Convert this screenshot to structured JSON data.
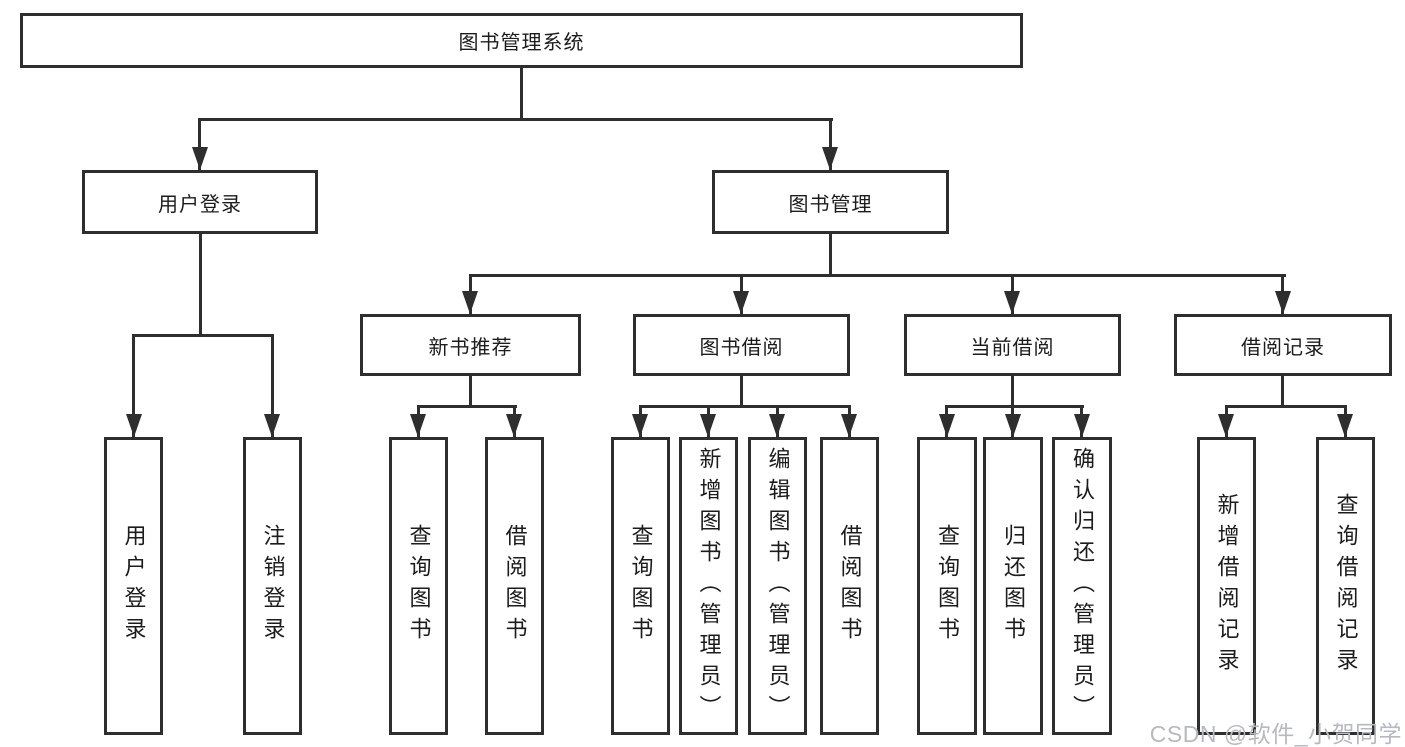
{
  "root": {
    "label": "图书管理系统"
  },
  "user_login": {
    "label": "用户登录",
    "children": [
      {
        "label": "用户登录"
      },
      {
        "label": "注销登录"
      }
    ]
  },
  "book_mgmt": {
    "label": "图书管理",
    "children": [
      {
        "label": "新书推荐",
        "children": [
          {
            "label": "查询图书"
          },
          {
            "label": "借阅图书"
          }
        ]
      },
      {
        "label": "图书借阅",
        "children": [
          {
            "label": "查询图书"
          },
          {
            "label": "新增图书（管理员）"
          },
          {
            "label": "编辑图书（管理员）"
          },
          {
            "label": "借阅图书"
          }
        ]
      },
      {
        "label": "当前借阅",
        "children": [
          {
            "label": "查询图书"
          },
          {
            "label": "归还图书"
          },
          {
            "label": "确认归还（管理员）"
          }
        ]
      },
      {
        "label": "借阅记录",
        "children": [
          {
            "label": "新增借阅记录"
          },
          {
            "label": "查询借阅记录"
          }
        ]
      }
    ]
  },
  "watermark": {
    "text": "CSDN @软件_小贺同学"
  },
  "colors": {
    "line": "#2e2e2e",
    "text": "#1c1c1c",
    "background": "#ffffff",
    "watermark": "#b6bac0"
  }
}
